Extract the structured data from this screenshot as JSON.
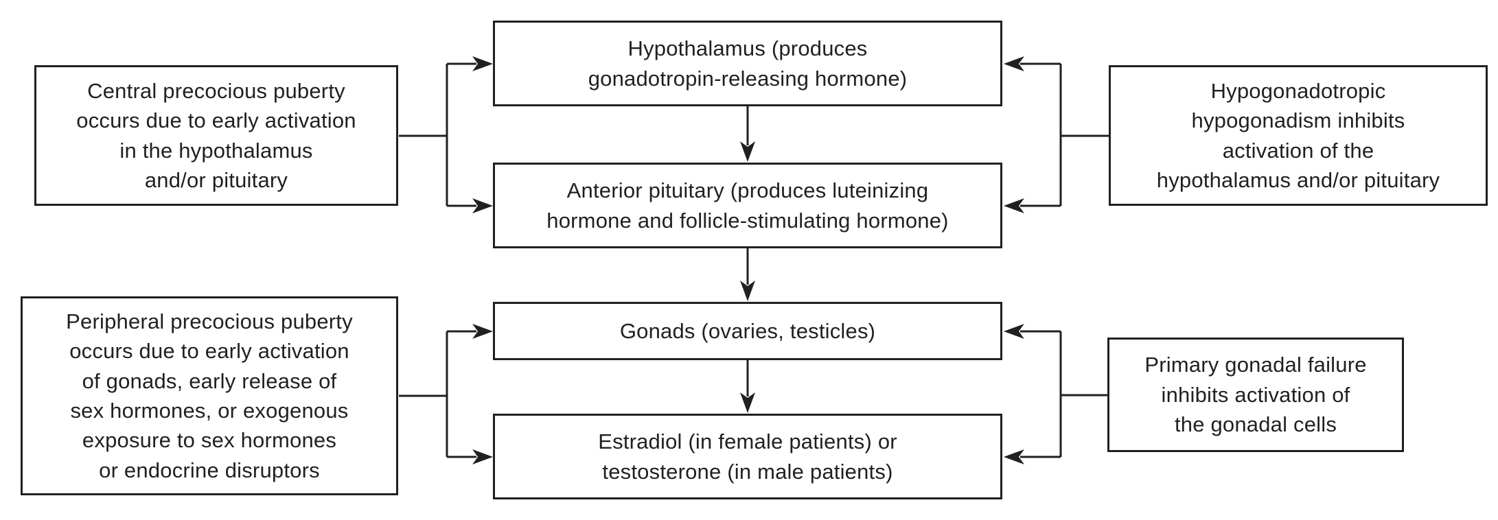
{
  "diagram": {
    "type": "flowchart",
    "colors": {
      "stroke": "#231f20",
      "box_fill": "#ffffff",
      "background": "#ffffff"
    },
    "nodes": {
      "hypothalamus": {
        "label": "Hypothalamus (produces\ngonadotropin-releasing hormone)"
      },
      "anterior_pituitary": {
        "label": "Anterior pituitary (produces luteinizing\nhormone and follicle-stimulating hormone)"
      },
      "gonads": {
        "label": "Gonads (ovaries, testicles)"
      },
      "estradiol_testosterone": {
        "label": "Estradiol (in female patients) or\ntestosterone (in male patients)"
      },
      "central_precocious_puberty": {
        "label": "Central precocious puberty\noccurs due to early activation\nin the hypothalamus\nand/or pituitary"
      },
      "peripheral_precocious_puberty": {
        "label": "Peripheral precocious puberty\noccurs due to early activation\nof gonads, early release of\nsex hormones, or exogenous\nexposure to sex hormones\nor endocrine disruptors"
      },
      "hypogonadotropic_hypogonadism": {
        "label": "Hypogonadotropic\nhypogonadism inhibits\nactivation of the\nhypothalamus and/or pituitary"
      },
      "primary_gonadal_failure": {
        "label": "Primary gonadal failure\ninhibits activation of\nthe gonadal cells"
      }
    },
    "edges": [
      {
        "from": "central_precocious_puberty",
        "to": "hypothalamus",
        "type": "activates"
      },
      {
        "from": "central_precocious_puberty",
        "to": "anterior_pituitary",
        "type": "activates"
      },
      {
        "from": "hypogonadotropic_hypogonadism",
        "to": "hypothalamus",
        "type": "inhibits"
      },
      {
        "from": "hypogonadotropic_hypogonadism",
        "to": "anterior_pituitary",
        "type": "inhibits"
      },
      {
        "from": "hypothalamus",
        "to": "anterior_pituitary",
        "type": "flow"
      },
      {
        "from": "anterior_pituitary",
        "to": "gonads",
        "type": "flow"
      },
      {
        "from": "peripheral_precocious_puberty",
        "to": "gonads",
        "type": "activates"
      },
      {
        "from": "peripheral_precocious_puberty",
        "to": "estradiol_testosterone",
        "type": "activates"
      },
      {
        "from": "primary_gonadal_failure",
        "to": "gonads",
        "type": "inhibits"
      },
      {
        "from": "primary_gonadal_failure",
        "to": "estradiol_testosterone",
        "type": "inhibits"
      },
      {
        "from": "gonads",
        "to": "estradiol_testosterone",
        "type": "flow"
      }
    ]
  }
}
